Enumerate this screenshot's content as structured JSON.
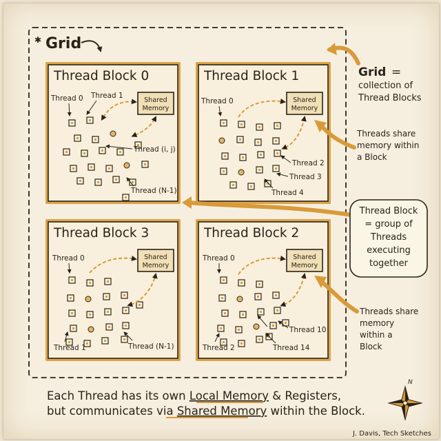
{
  "grid_label": "Grid",
  "shared_memory_label": [
    "Shared",
    "Memory"
  ],
  "blocks": [
    {
      "title": "Thread Block 0",
      "labels": {
        "t0": "Thread 0",
        "t1": "Thread 1",
        "tij": "Thread (i, j)",
        "tn": "Thread (N-1)"
      }
    },
    {
      "title": "Thread Block 1",
      "labels": {
        "t0": "Thread 0",
        "t2": "Thread 2",
        "t3": "Thread 3",
        "t4": "Thread 4"
      }
    },
    {
      "title": "Thread Block 3",
      "labels": {
        "t0": "Thread 0",
        "t1": "Thread 1",
        "tn": "Thread (N-1)"
      }
    },
    {
      "title": "Thread Block 2",
      "labels": {
        "t0": "Thread 0",
        "t10": "Thread 10",
        "t2": "Thread 2",
        "t14": "Thread 14"
      }
    }
  ],
  "side": {
    "grid_def": {
      "term": "Grid",
      "eq": "=",
      "line2": "collection of",
      "line3": "Thread Blocks"
    },
    "share1": [
      "Threads share",
      "memory within",
      "a Block"
    ],
    "block_def": [
      "Thread Block",
      "= group of",
      "Threads",
      "executing",
      "together"
    ],
    "share2": [
      "Threads share",
      "memory",
      "within a",
      "Block"
    ]
  },
  "footer": {
    "line1_pre": "Each Thread has its own ",
    "line1_hl": "Local Memory",
    "line1_post": " & Registers,",
    "line2_pre": "but communicates via ",
    "line2_hl": "Shared Memory",
    "line2_post": " within the Block."
  },
  "compass_label": "N",
  "signature": "J. Davis, Tech Sketches",
  "colors": {
    "accent": "#d99a3a",
    "ink": "#2a2218",
    "paper": "#f6efdf",
    "box": "#f8f0dc"
  }
}
